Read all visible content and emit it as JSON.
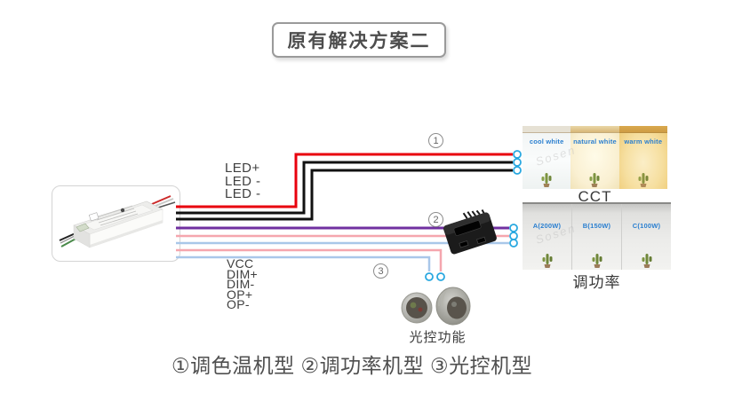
{
  "title": "原有解决方案二",
  "wire_labels": {
    "led": [
      "LED+",
      "LED -",
      "LED -"
    ],
    "control": [
      "VCC",
      "DIM+",
      "DIM-",
      "OP+",
      "OP-"
    ]
  },
  "markers": {
    "one": "1",
    "two": "2",
    "three": "3"
  },
  "cct": {
    "caption": "CCT",
    "panels": [
      {
        "label": "cool white"
      },
      {
        "label": "natural white"
      },
      {
        "label": "warm white"
      }
    ]
  },
  "power": {
    "caption": "调功率",
    "panels": [
      {
        "label": "A(200W)"
      },
      {
        "label": "B(150W)"
      },
      {
        "label": "C(100W)"
      }
    ]
  },
  "light_control": {
    "caption": "光控功能"
  },
  "bottom_caption": "①调色温机型 ②调功率机型 ③光控机型",
  "watermark": "Sosen",
  "colors": {
    "wire_red": "#e8000d",
    "wire_black": "#111111",
    "wire_purple": "#7030a0",
    "wire_pink": "#f5a6ae",
    "wire_blue": "#a9c7e9",
    "terminal_blue": "#29a8e0",
    "label_blue": "#2a7fd0",
    "text_gray": "#4f4f4f"
  }
}
